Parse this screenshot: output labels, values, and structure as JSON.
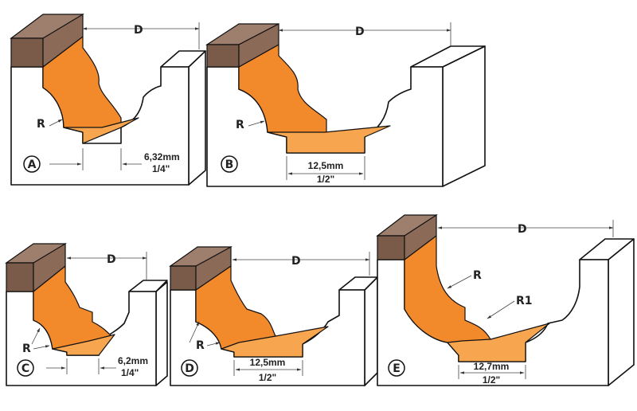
{
  "panels": [
    {
      "id": "A",
      "letter": "A",
      "width_label": "6,32mm",
      "inch_label": "1/4\"",
      "r_label": "R",
      "d_label": "D"
    },
    {
      "id": "B",
      "letter": "B",
      "width_label": "12,5mm",
      "inch_label": "1/2\"",
      "r_label": "R",
      "d_label": "D"
    },
    {
      "id": "C",
      "letter": "C",
      "width_label": "6,2mm",
      "inch_label": "1/4\"",
      "r_label": "R",
      "d_label": "D"
    },
    {
      "id": "D",
      "letter": "D",
      "width_label": "12,5mm",
      "inch_label": "1/2\"",
      "r_label": "R",
      "d_label": "D"
    },
    {
      "id": "E",
      "letter": "E",
      "width_label": "12,7mm",
      "inch_label": "1/2\"",
      "r_label": "R",
      "r1_label": "R1",
      "d_label": "D"
    }
  ],
  "colors": {
    "profile": "#f28a2c",
    "wood": "#7a5b4a"
  }
}
